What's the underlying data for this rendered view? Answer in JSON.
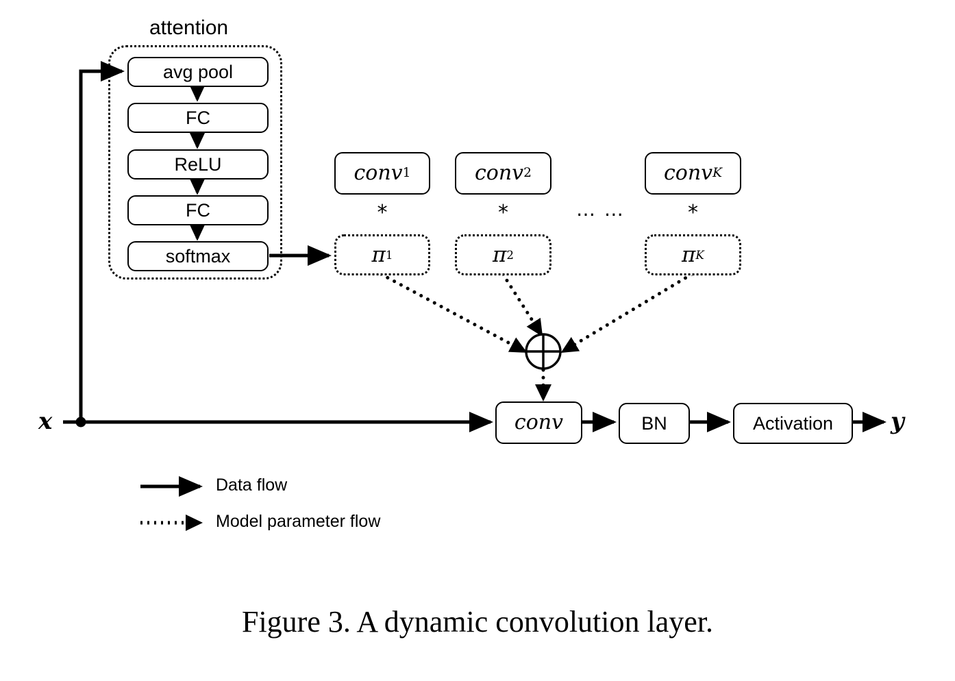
{
  "figure": {
    "caption": "Figure 3. A dynamic convolution layer.",
    "background_color": "#ffffff",
    "stroke_color": "#000000"
  },
  "attention": {
    "title": "attention",
    "blocks": [
      {
        "label": "avg pool"
      },
      {
        "label": "FC"
      },
      {
        "label": "ReLU"
      },
      {
        "label": "FC"
      },
      {
        "label": "softmax"
      }
    ]
  },
  "kernels": {
    "multiply_symbol": "*",
    "ellipsis": "… …",
    "items": [
      {
        "conv_base": "conv",
        "conv_sub": "1",
        "pi_base": "π",
        "pi_sub": "1"
      },
      {
        "conv_base": "conv",
        "conv_sub": "2",
        "pi_base": "π",
        "pi_sub": "2"
      },
      {
        "conv_base": "conv",
        "conv_sub": "K",
        "pi_base": "π",
        "pi_sub": "K"
      }
    ]
  },
  "aggregate": {
    "symbol": "⊕"
  },
  "main_path": {
    "input_label": "x",
    "output_label": "y",
    "blocks": [
      {
        "label": "conv",
        "style": "italic"
      },
      {
        "label": "BN",
        "style": "normal"
      },
      {
        "label": "Activation",
        "style": "normal"
      }
    ]
  },
  "legend": {
    "items": [
      {
        "label": "Data flow",
        "line_style": "solid"
      },
      {
        "label": "Model parameter flow",
        "line_style": "dotted"
      }
    ]
  }
}
